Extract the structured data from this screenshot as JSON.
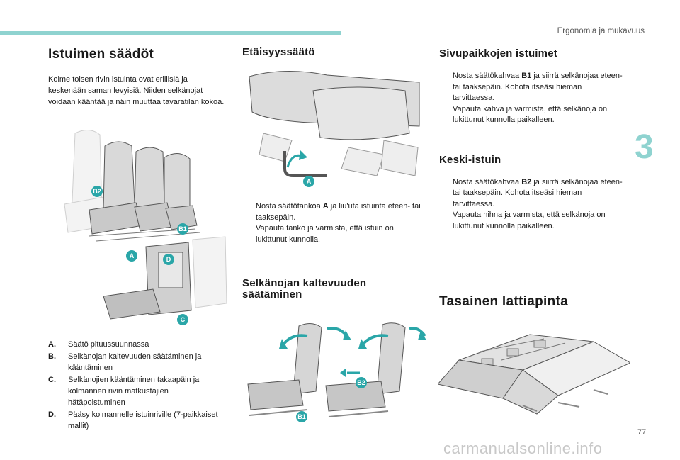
{
  "header": {
    "section_title": "Ergonomia ja mukavuus"
  },
  "chapter_number": "3",
  "page_number": "77",
  "watermark": "carmanualsonline.info",
  "colors": {
    "accent": "#8fd3d0",
    "badge": "#2aa6a8",
    "arrow": "#2aa6a8"
  },
  "col1": {
    "title": "Istuimen säädöt",
    "intro": "Kolme toisen rivin istuinta ovat erillisiä ja keskenään saman levyisiä. Niiden selkänojat voidaan kääntää ja näin muuttaa tavaratilan kokoa.",
    "figure_labels": {
      "b2": "B2",
      "b1": "B1",
      "a": "A",
      "d": "D",
      "c": "C"
    },
    "legend": [
      {
        "key": "A.",
        "text": "Säätö pituussuunnassa"
      },
      {
        "key": "B.",
        "text": "Selkänojan kaltevuuden säätäminen ja kääntäminen"
      },
      {
        "key": "C.",
        "text": "Selkänojien kääntäminen takaapäin ja kolmannen rivin matkustajien hätäpoistuminen"
      },
      {
        "key": "D.",
        "text": "Pääsy kolmannelle istuinriville (7-paikkaiset mallit)"
      }
    ]
  },
  "col2": {
    "title_distance": "Etäisyyssäätö",
    "figure1_label": "A",
    "distance_bullets": [
      {
        "mark": "",
        "pre": "Nosta säätötankoa ",
        "bold": "A",
        "post": " ja liu'uta istuinta eteen- tai taaksepäin."
      },
      {
        "mark": "",
        "pre": "Vapauta tanko ja varmista, että istuin on lukittunut kunnolla.",
        "bold": "",
        "post": ""
      }
    ],
    "title_recline": "Selkänojan kaltevuuden säätäminen",
    "figure2_labels": {
      "b1_left": "B1",
      "b2_right": "B2"
    }
  },
  "col3": {
    "title_side": "Sivupaikkojen istuimet",
    "side_bullets": [
      {
        "mark": "",
        "pre": "Nosta säätökahvaa ",
        "bold": "B1",
        "post": " ja siirrä selkänojaa eteen- tai taaksepäin. Kohota itseäsi hieman tarvittaessa."
      },
      {
        "mark": "",
        "pre": "Vapauta kahva ja varmista, että selkänoja on lukittunut kunnolla paikalleen.",
        "bold": "",
        "post": ""
      }
    ],
    "title_middle": "Keski-istuin",
    "middle_bullets": [
      {
        "mark": "",
        "pre": "Nosta säätökahvaa ",
        "bold": "B2",
        "post": " ja siirrä selkänojaa eteen- tai taaksepäin. Kohota itseäsi hieman tarvittaessa."
      },
      {
        "mark": "",
        "pre": "Vapauta hihna ja varmista, että selkänoja on lukittunut kunnolla paikalleen.",
        "bold": "",
        "post": ""
      }
    ],
    "title_floor": "Tasainen lattiapinta"
  }
}
